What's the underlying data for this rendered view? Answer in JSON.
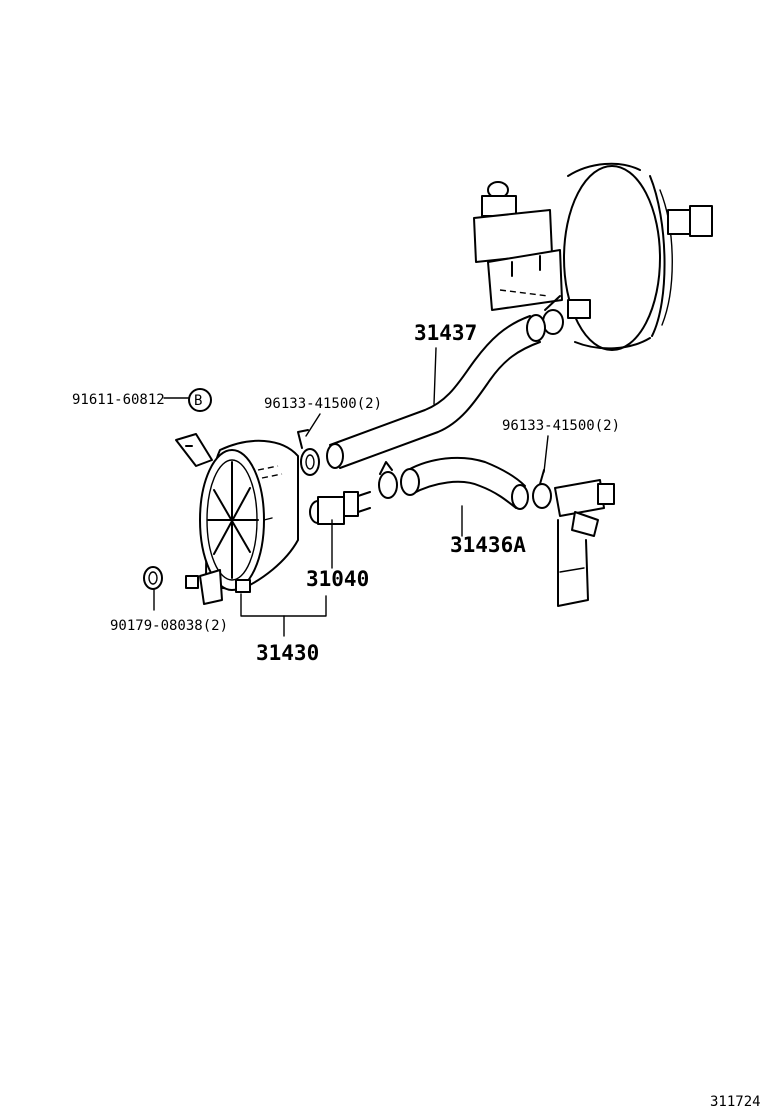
{
  "labels": {
    "part_31437": "31437",
    "part_91611": "91611-60812",
    "callout_b": "B",
    "part_96133_left": "96133-41500(2)",
    "part_96133_right": "96133-41500(2)",
    "part_31436a": "31436A",
    "part_31040": "31040",
    "part_90179": "90179-08038(2)",
    "part_31430": "31430",
    "figure_number": "311724"
  }
}
